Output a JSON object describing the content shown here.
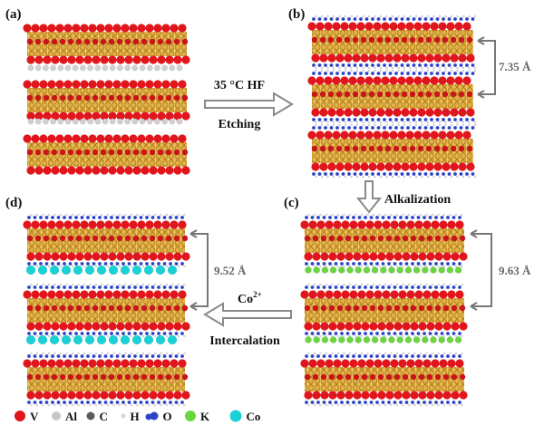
{
  "panels": {
    "a": {
      "label": "(a)"
    },
    "b": {
      "label": "(b)",
      "spacing": "7.35 Å"
    },
    "c": {
      "label": "(c)",
      "spacing": "9.63 Å"
    },
    "d": {
      "label": "(d)",
      "spacing": "9.52 Å"
    }
  },
  "steps": {
    "etching": {
      "line1": "35 °C HF",
      "line2": "Etching"
    },
    "alkalization": {
      "label": "Alkalization"
    },
    "intercalation": {
      "ion_base": "Co",
      "ion_charge": "2+",
      "label": "Intercalation"
    }
  },
  "legend": {
    "items": [
      {
        "label": "V",
        "color": "#e0161c"
      },
      {
        "label": "Al",
        "color": "#c8c8c8"
      },
      {
        "label": "C",
        "color": "#5c5c5c"
      },
      {
        "label": "H",
        "color": "#d8d8d8"
      },
      {
        "label": "O",
        "color": "#2c43c8"
      },
      {
        "label": "K",
        "color": "#6bd441"
      },
      {
        "label": "Co",
        "color": "#1ad1d6"
      }
    ]
  },
  "colors": {
    "vanadium": "#e0161c",
    "carbon_bond": "#d4a22a",
    "aluminium": "#d0d0d0",
    "oxygen": "#2c43c8",
    "hydrogen": "#e6e6e6",
    "potassium": "#6bd441",
    "cobalt": "#1ad1d6",
    "arrow_gray": "#8a8a8a"
  }
}
